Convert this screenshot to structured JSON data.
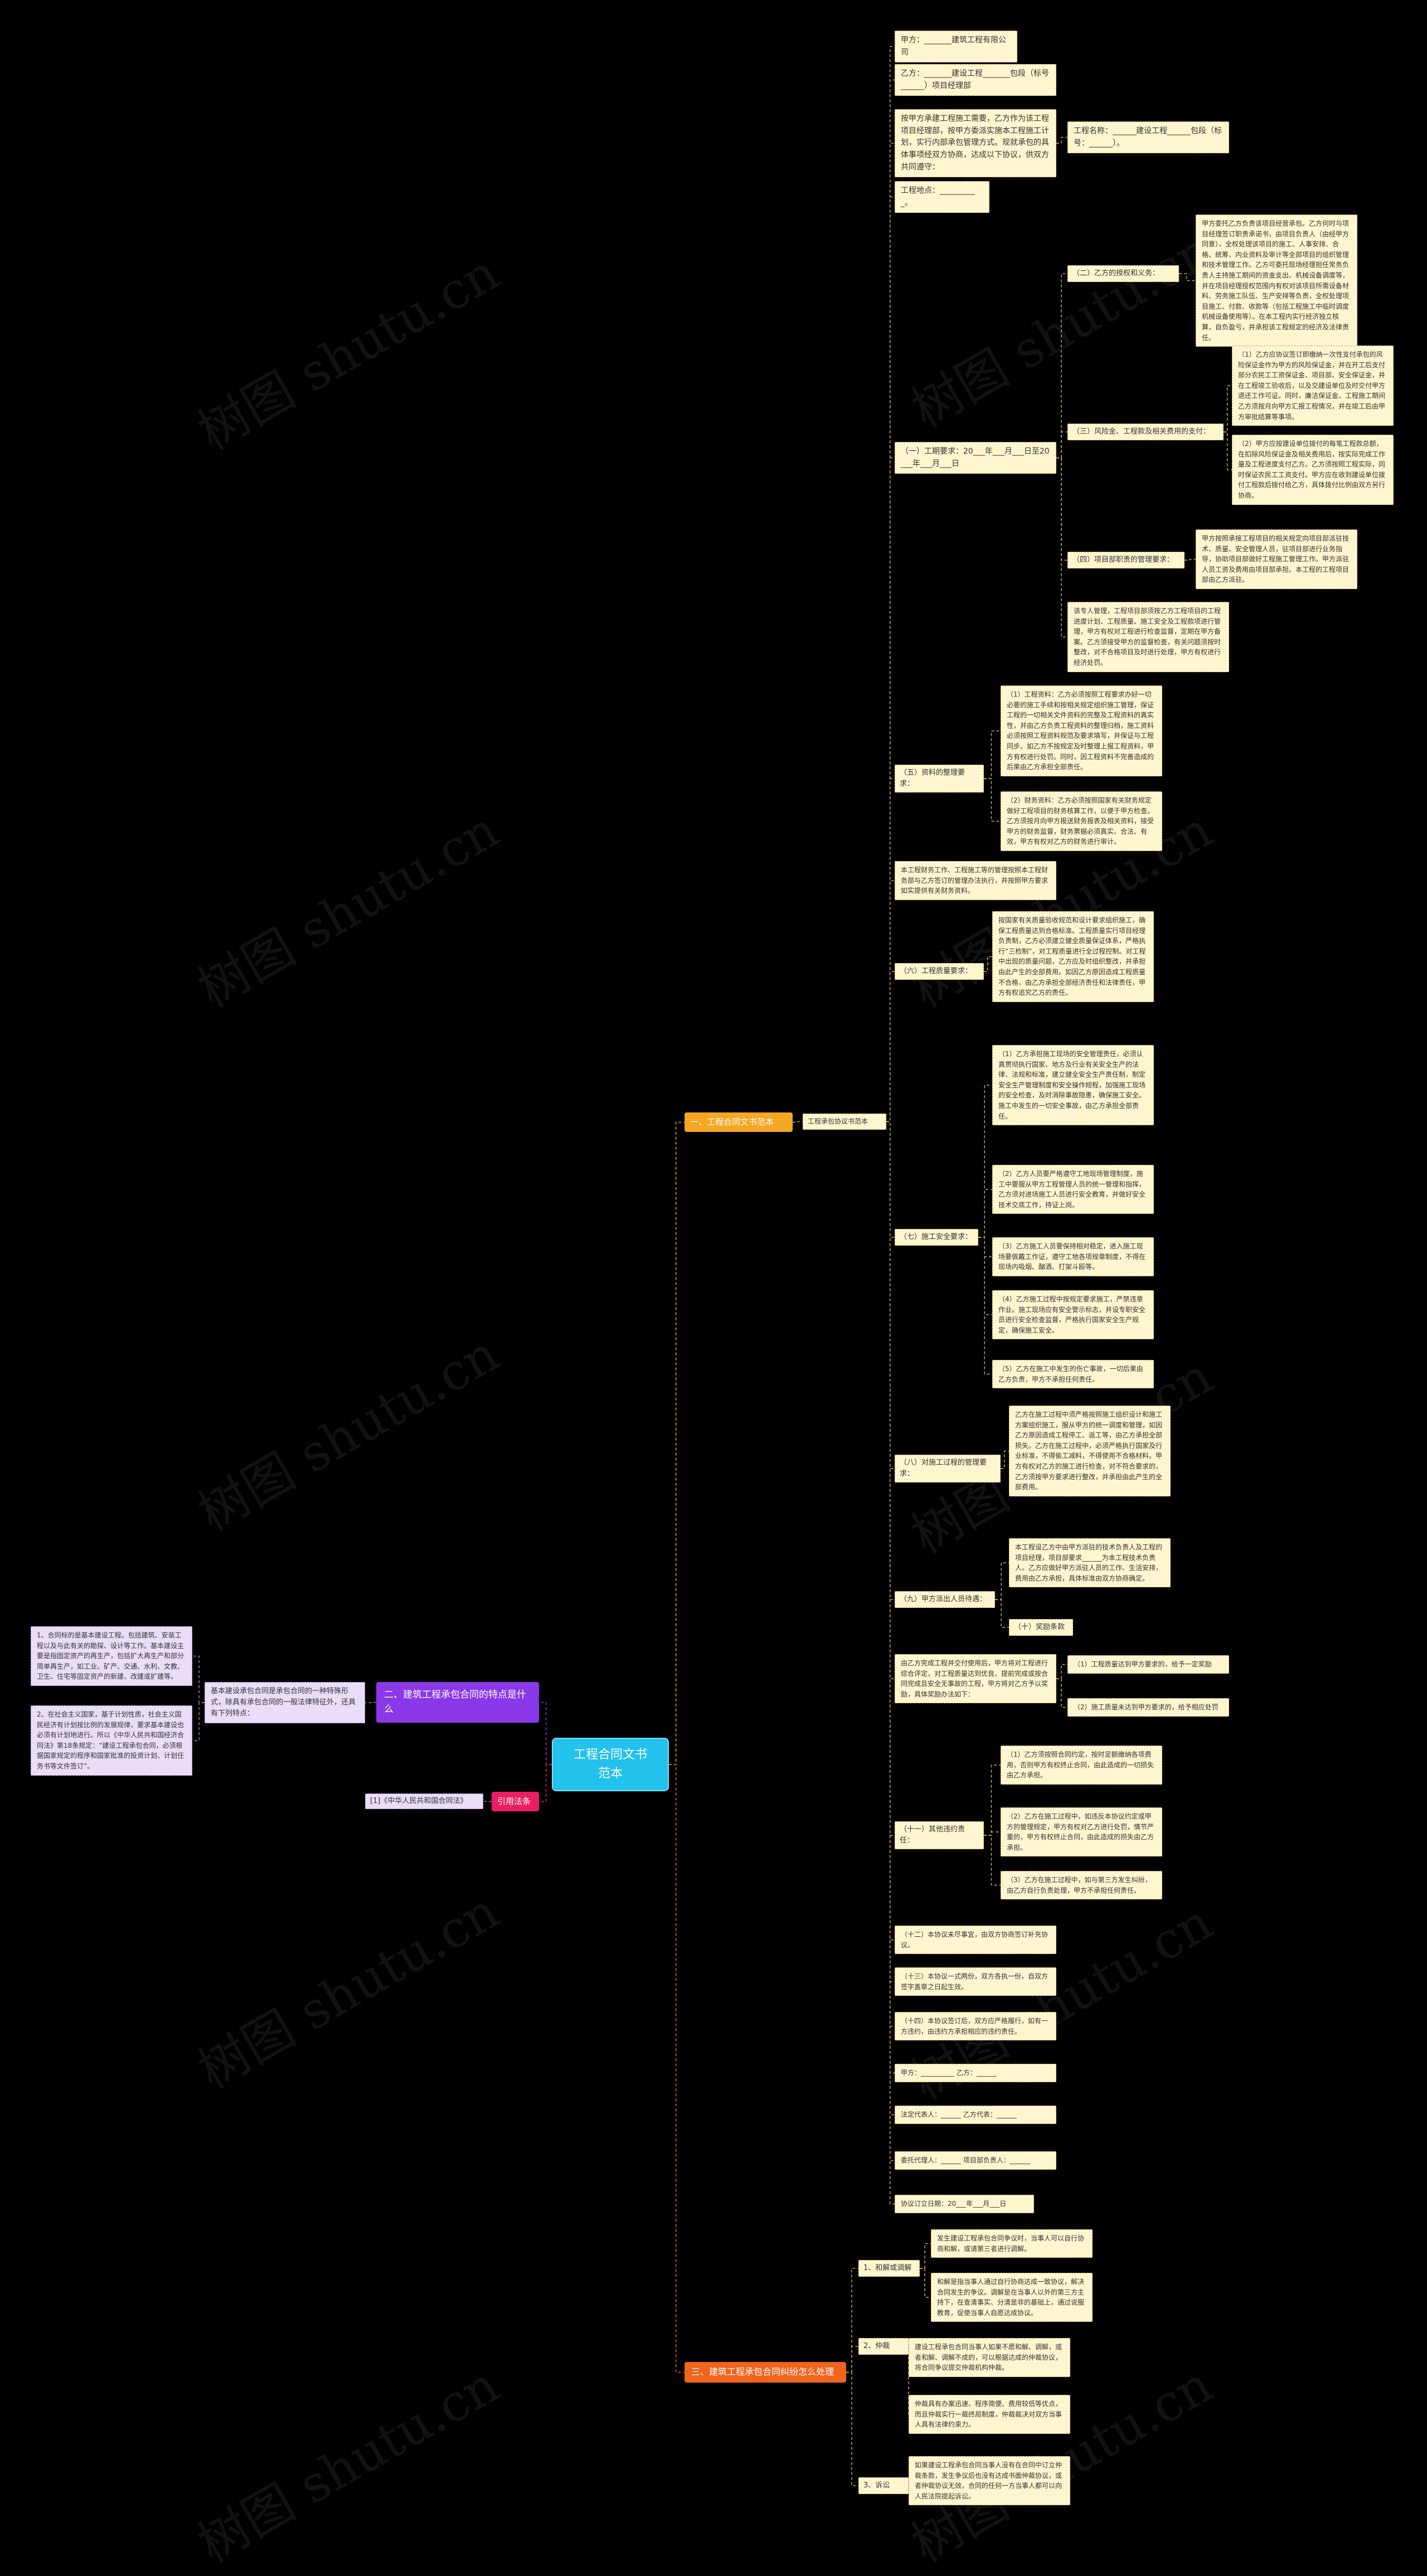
{
  "watermark": "树图 shutu.cn",
  "root": "工程合同文书范本",
  "branches": {
    "b1": "一、工程合同文书范本",
    "b1_sub": "工程承包协议书范本",
    "b2": "二、建筑工程承包合同的特点是什么",
    "b2_mid": "基本建设承包合同是承包合同的一种特殊形式，除具有承包合同的一般法律特征外，还具有下列特点：",
    "b3": "引用法条",
    "b3_leaf": "[1]《中华人民共和国合同法》",
    "b4": "三、建筑工程承包合同纠纷怎么处理"
  },
  "b2_leaves": [
    "1、合同标的是基本建设工程。包括建筑、安装工程以及与此有关的勘探、设计等工作。基本建设主要是指固定资产的再生产，包括扩大再生产和部分简单再生产，如工业、矿产、交通、水利、文教、卫生、住宅等固定资产的新建、改建或扩建等。",
    "2、在社会主义国家，基于计划性质，社会主义国民经济有计划按比例的发展规律，要求基本建设也必须有计划地进行。所以《中华人民共和国经济合同法》第18条规定：“建设工程承包合同，必须根据国家规定的程序和国家批准的投资计划、计划任务书等文件签订”。"
  ],
  "top_leaves": [
    "甲方：_______建筑工程有限公司",
    "乙方：_______建设工程_______包段（标号______）项目经理部",
    "按甲方承建工程施工需要，乙方作为该工程项目经理部，按甲方委派实施本工程施工计划，实行内部承包管理方式。现就承包的具体事项经双方协商，达成以下协议，供双方共同遵守：",
    "工程名称：______建设工程______包段（标号：______）。",
    "工程地点：__________。"
  ],
  "s1": {
    "label": "（一）工期要求：20___年___月___日至20___年___月___日",
    "c1_label": "（二）乙方的授权和义务：",
    "c1_text": "甲方委托乙方负责该项目经营承包。乙方何时与项目经理签订职责承诺书，由项目负责人（由经甲方同意），全权处理该项目的施工、人事安排、合格、统筹、内业资料及审计等全部项目的组织管理和技术管理工作。乙方可委托现场经理担任常务负责人主持施工期间的资金支出、机械设备调度等，并在项目经理授权范围内有权对该项目所需设备材料、劳务施工队伍、生产安排等负责，全权处理项目施工、付款、收款等（包括工程施工中临时调度机械设备使用等）。在本工程内实行经济独立核算，自负盈亏，并承担该工程规定的经济及法律责任。",
    "c2_label": "（三）风险金、工程款及相关费用的支付：",
    "c2_a": "（1）乙方应协议签订即缴纳一次性支付承包的风险保证金作为甲方的风险保证金，并在开工后支付部分农民工工资保证金、项目部、安全保证金，并在工程竣工验收后，以及交建设单位及时交付甲方退还工作可证。同时，廉洁保证金、工程施工期间乙方须按月向甲方汇报工程情况，并在竣工后由甲方审批结算等事项。",
    "c2_b": "（2）甲方应按建设单位拨付的每笔工程款总额，在扣除风险保证金及相关费用后，按实际完成工作量及工程进度支付乙方。乙方须按照工程实际，同时保证农民工工资支付。甲方应在收到建设单位拨付工程款后拨付给乙方，具体拨付比例由双方另行协商。",
    "c3_label": "（四）项目部职责的管理要求：",
    "c3_text": "甲方按照承接工程项目的相关规定向项目部派驻技术、质量、安全管理人员，驻项目部进行业务指导，协助项目部做好工程施工管理工作。甲方派驻人员工资及费用由项目部承担。本工程的工程项目部由乙方派驻。",
    "c4_text": "该专人管理，工程项目部须按乙方工程项目的工程进度计划、工程质量、施工安全及工程款项进行管理，甲方有权对工程进行检查监督，定期在甲方备案。乙方须接受甲方的监督检查，有关问题须按时整改，对不合格项目及时进行处理，甲方有权进行经济处罚。"
  },
  "s5": {
    "label": "（五）资料的整理要求：",
    "a": "（1）工程资料：乙方必须按照工程要求办好一切必要的施工手续和按相关规定组织施工管理，保证工程的一切相关文件资料的完整及工程资料的真实性，并由乙方负责工程资料的整理归档，施工资料必须按照工程资料规范及要求填写，并保证与工程同步。如乙方不按规定及时整理上报工程资料，甲方有权进行处罚。同时，因工程资料不完善造成的后果由乙方承担全部责任。",
    "b": "（2）财务资料：乙方必须按照国家有关财务规定做好工程项目的财务核算工作，以便于甲方检查。乙方须按月向甲方报送财务报表及相关资料，接受甲方的财务监督，财务票据必须真实、合法、有效，甲方有权对乙方的财务进行审计。",
    "note": "本工程财务工作、工程施工等的管理按照本工程财务部与乙方签订的管理办法执行，并按照甲方要求如实提供有关财务资料。"
  },
  "s6": {
    "label": "（六）工程质量要求：",
    "text": "按国家有关质量验收规范和设计要求组织施工，确保工程质量达到合格标准。工程质量实行项目经理负责制，乙方必须建立健全质量保证体系，严格执行“三检制”，对工程质量进行全过程控制。对工程中出现的质量问题，乙方应及时组织整改，并承担由此产生的全部费用。如因乙方原因造成工程质量不合格，由乙方承担全部经济责任和法律责任，甲方有权追究乙方的责任。"
  },
  "s7": {
    "label": "（七）施工安全要求：",
    "a": "（1）乙方承担施工现场的安全管理责任，必须认真贯彻执行国家、地方及行业有关安全生产的法律、法规和标准，建立健全安全生产责任制，制定安全生产管理制度和安全操作规程，加强施工现场的安全检查，及时消除事故隐患，确保施工安全。施工中发生的一切安全事故，由乙方承担全部责任。",
    "b": "（2）乙方人员要严格遵守工地现场管理制度，施工中要服从甲方工程管理人员的统一管理和指挥，乙方须对进场施工人员进行安全教育，并做好安全技术交底工作，持证上岗。",
    "c": "（3）乙方施工人员要保持相对稳定，进入施工现场要佩戴工作证，遵守工地各项规章制度，不得在现场内吸烟、酗酒、打架斗殴等。",
    "d": "（4）乙方施工过程中按规定要求施工，严禁违章作业。施工现场应有安全警示标志，并设专职安全员进行安全检查监督，严格执行国家安全生产规定，确保施工安全。",
    "e": "（5）乙方在施工中发生的伤亡事故，一切后果由乙方负责，甲方不承担任何责任。"
  },
  "s8": {
    "label": "（八）对施工过程的管理要求：",
    "text": "乙方在施工过程中须严格按照施工组织设计和施工方案组织施工，服从甲方的统一调度和管理，如因乙方原因造成工程停工、返工等，由乙方承担全部损失。乙方在施工过程中，必须严格执行国家及行业标准，不得偷工减料，不得使用不合格材料。甲方有权对乙方的施工进行检查，对不符合要求的，乙方须按甲方要求进行整改，并承担由此产生的全部费用。"
  },
  "s9": {
    "label": "（九）甲方派出人员待遇：",
    "text": "本工程设乙方中由甲方派驻的技术负责人及工程的项目经理，项目部要求______为本工程技术负责人。乙方应做好甲方派驻人员的工作、生活安排，费用由乙方承担，具体标准由双方协商确定。",
    "sub": "（十）奖励条款"
  },
  "s10": {
    "text": "由乙方完成工程并交付使用后，甲方将对工程进行综合评定，对工程质量达到优良、提前完成或按合同完成且安全无事故的工程，甲方将对乙方予以奖励，具体奖励办法如下：",
    "a": "（1）工程质量达到甲方要求的，给予一定奖励",
    "b": "（2）施工质量未达到甲方要求的，给予相应处罚"
  },
  "s11": {
    "label": "（十一）其他违约责任：",
    "a": "（1）乙方须按照合同约定，按时足额缴纳各项费用，否则甲方有权终止合同，由此造成的一切损失由乙方承担。",
    "b": "（2）乙方在施工过程中，如违反本协议约定或甲方的管理规定，甲方有权对乙方进行处罚，情节严重的，甲方有权终止合同，由此造成的损失由乙方承担。",
    "c": "（3）乙方在施工过程中，如与第三方发生纠纷，由乙方自行负责处理，甲方不承担任何责任。"
  },
  "tail": [
    "（十二）本协议未尽事宜，由双方协商签订补充协议。",
    "（十三）本协议一式两份，双方各执一份，自双方签字盖章之日起生效。",
    "（十四）本协议签订后，双方应严格履行，如有一方违约，由违约方承担相应的违约责任。",
    "甲方：__________ 乙方：______",
    "法定代表人：______ 乙方代表：______",
    "委托代理人：______ 项目部负责人：______",
    "协议订立日期：20___年___月___日"
  ],
  "b4_items": [
    {
      "label": "1、和解或调解",
      "texts": [
        "发生建设工程承包合同争议时，当事人可以自行协商和解，或请第三者进行调解。",
        "和解是指当事人通过自行协商达成一致协议，解决合同发生的争议。调解是在当事人以外的第三方主持下，在查清事实、分清是非的基础上，通过说服教育，促使当事人自愿达成协议。"
      ]
    },
    {
      "label": "2、仲裁",
      "texts": [
        "建设工程承包合同当事人如果不愿和解、调解，或者和解、调解不成的，可以根据达成的仲裁协议，将合同争议提交仲裁机构仲裁。",
        "仲裁具有办案迅速、程序简便、费用较低等优点，而且仲裁实行一裁终局制度，仲裁裁决对双方当事人具有法律约束力。"
      ]
    },
    {
      "label": "3、诉讼",
      "texts": [
        "如果建设工程承包合同当事人没有在合同中订立仲裁条款，发生争议后也没有达成书面仲裁协议，或者仲裁协议无效，合同的任何一方当事人都可以向人民法院提起诉讼。"
      ]
    }
  ]
}
